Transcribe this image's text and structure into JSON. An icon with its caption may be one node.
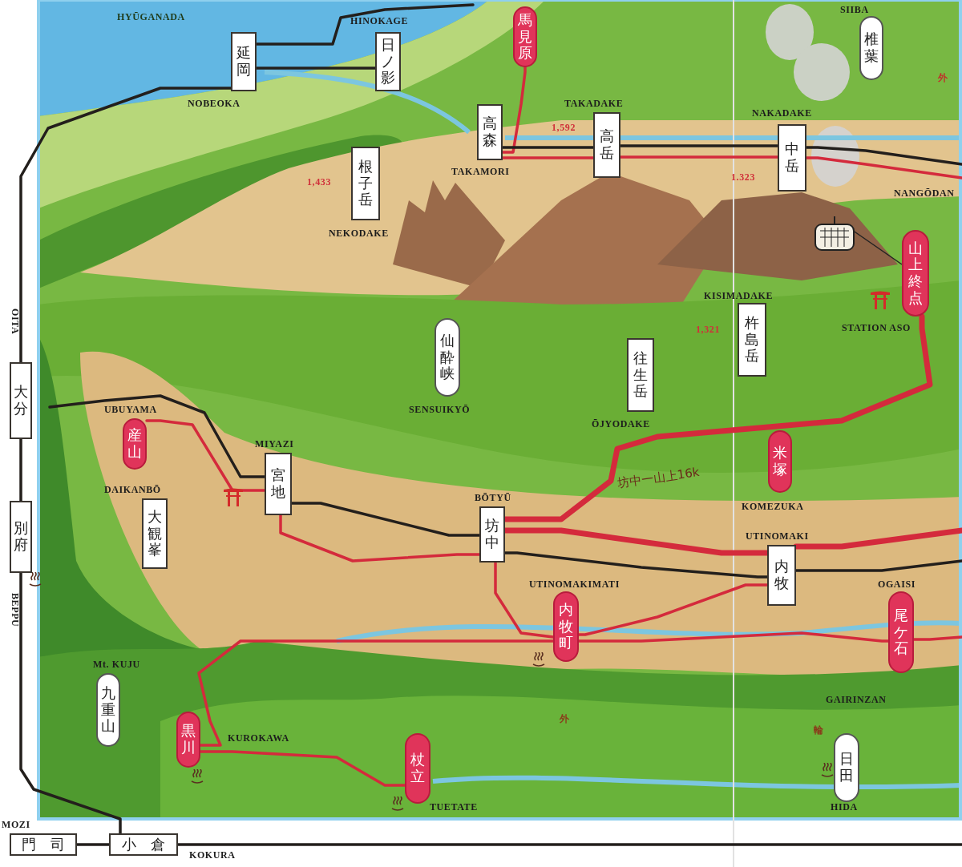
{
  "diagram": {
    "nodes": [
      {
        "text": [
          "延岡"
        ],
        "beside": [
          "NOBEOKA"
        ]
      },
      {
        "text": [
          "日ノ影"
        ],
        "beside": [
          "HINOKAGE"
        ]
      },
      {
        "text": [
          "馬見原"
        ]
      },
      {
        "text": [
          "高森"
        ],
        "beside": [
          "TAKAMORI"
        ]
      },
      {
        "text": [
          "高岳"
        ],
        "beside": [
          "TAKADAKE"
        ]
      },
      {
        "text": [
          "中岳"
        ],
        "beside": [
          "NAKADAKE"
        ]
      },
      {
        "text": [
          "椎葉"
        ],
        "beside": [
          "SIIBA"
        ]
      },
      {
        "text": [
          "根子岳"
        ],
        "beside": [
          "NEKODAKE"
        ]
      },
      {
        "text": [
          "山上終点"
        ],
        "beside": [
          "STATION ASO"
        ]
      },
      {
        "text": [
          "仙酔峡"
        ],
        "beside": [
          "SENSUIKYŌ"
        ]
      },
      {
        "text": [
          "往生岳"
        ],
        "beside": [
          "ŌJYODAKE"
        ]
      },
      {
        "text": [
          "杵島岳"
        ],
        "beside": [
          "KISIMADAKE"
        ]
      },
      {
        "text": [
          "大分"
        ],
        "beside": [
          "OITA"
        ]
      },
      {
        "text": [
          "産山"
        ],
        "beside": [
          "UBUYAMA"
        ]
      },
      {
        "text": [
          "宮地"
        ],
        "beside": [
          "MIYAZI"
        ]
      },
      {
        "text": [
          "米塚"
        ],
        "beside": [
          "KOMEZUKA"
        ]
      },
      {
        "text": [
          "別府"
        ],
        "beside": [
          "BEPPU"
        ]
      },
      {
        "text": [
          "大観峯"
        ],
        "beside": [
          "DAIKANBŌ"
        ]
      },
      {
        "text": [
          "坊中"
        ],
        "beside": [
          "BŌTYŪ"
        ]
      },
      {
        "text": [
          "内牧"
        ],
        "beside": [
          "UTINOMAKI"
        ]
      },
      {
        "text": [
          "内牧町"
        ],
        "beside": [
          "UTINOMAKIMATI"
        ]
      },
      {
        "text": [
          "尾ケ石"
        ],
        "beside": [
          "OGAISI"
        ]
      },
      {
        "text": [
          "九重山"
        ],
        "beside": [
          "Mt. KUJU"
        ]
      },
      {
        "text": [
          "黒川"
        ],
        "beside": [
          "KUROKAWA"
        ]
      },
      {
        "text": [
          "杖立"
        ],
        "beside": [
          "TUETATE"
        ]
      },
      {
        "text": [
          "日田"
        ],
        "beside": [
          "HIDA"
        ]
      },
      {
        "text": [
          "門司"
        ],
        "beside": [
          "MOZI"
        ]
      },
      {
        "text": [
          "小倉"
        ],
        "beside": [
          "KOKURA"
        ]
      }
    ],
    "edges": [
      {
        "from": 0,
        "to": null,
        "arrow": "none",
        "color": "#231f1c"
      },
      {
        "from": 0,
        "to": 1,
        "arrow": "none",
        "color": "#231f1c"
      },
      {
        "from": 0,
        "to": 12,
        "arrow": "none",
        "color": "#231f1c"
      },
      {
        "from": 12,
        "to": 16,
        "arrow": "none",
        "color": "#231f1c"
      },
      {
        "from": 16,
        "to": 27,
        "arrow": "none",
        "color": "#231f1c"
      },
      {
        "from": 26,
        "to": 27,
        "arrow": "none",
        "color": "#231f1c"
      },
      {
        "from": 27,
        "to": null,
        "arrow": "none",
        "color": "#231f1c"
      },
      {
        "from": 2,
        "to": 3,
        "arrow": "none"
      },
      {
        "from": 3,
        "to": 4,
        "arrow": "none",
        "color": "#231f1c"
      },
      {
        "from": 3,
        "to": 4,
        "arrow": "none"
      },
      {
        "from": 4,
        "to": 5,
        "arrow": "none",
        "color": "#231f1c"
      },
      {
        "from": 4,
        "to": 5,
        "arrow": "none"
      },
      {
        "from": 5,
        "to": null,
        "arrow": "none",
        "color": "#231f1c"
      },
      {
        "from": 5,
        "to": null,
        "arrow": "none"
      },
      {
        "from": null,
        "to": 14,
        "arrow": "none",
        "color": "#231f1c"
      },
      {
        "from": 13,
        "to": 14,
        "arrow": "none"
      },
      {
        "from": 14,
        "to": 18,
        "arrow": "none",
        "color": "#231f1c"
      },
      {
        "from": 14,
        "to": 18,
        "arrow": "none"
      },
      {
        "from": 18,
        "to": 8,
        "arrow": "none",
        "style": "thick",
        "label": "坊中一山上16k"
      },
      {
        "from": 18,
        "to": 19,
        "arrow": "none",
        "style": "thick"
      },
      {
        "from": 19,
        "to": null,
        "arrow": "none",
        "style": "thick"
      },
      {
        "from": 18,
        "to": 19,
        "arrow": "none",
        "color": "#231f1c"
      },
      {
        "from": 19,
        "to": null,
        "arrow": "none",
        "color": "#231f1c"
      },
      {
        "from": 18,
        "to": 20,
        "arrow": "none"
      },
      {
        "from": 19,
        "to": 20,
        "arrow": "none"
      },
      {
        "from": 20,
        "to": 21,
        "arrow": "none"
      },
      {
        "from": 21,
        "to": null,
        "arrow": "none"
      },
      {
        "from": 20,
        "to": 23,
        "arrow": "none"
      },
      {
        "from": 23,
        "to": 24,
        "arrow": "none"
      }
    ],
    "labels": [
      "HYŪGANADA",
      "1,433",
      "1,592",
      "1.323",
      "NANGŌDAN",
      "1,321",
      "外",
      "外",
      "GAIRINZAN",
      "輪"
    ]
  }
}
